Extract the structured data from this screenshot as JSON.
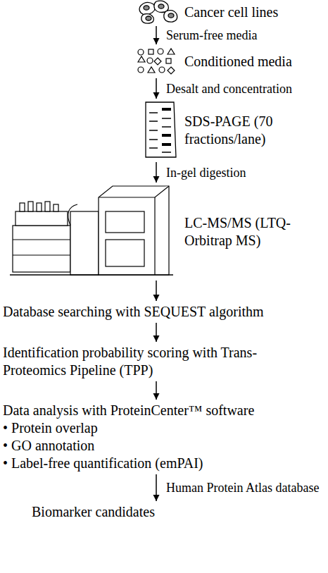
{
  "diagram": {
    "nodes": [
      {
        "text": [
          "Cancer cell lines"
        ]
      },
      {
        "text": [
          "Conditioned media"
        ]
      },
      {
        "text": [
          "SDS-PAGE (70 fractions/lane)"
        ]
      },
      {
        "text": [
          "LC-MS/MS (LTQ-Orbitrap MS)"
        ]
      },
      {
        "text": [
          "Database searching with SEQUEST algorithm"
        ]
      },
      {
        "text": [
          "Identification probability scoring with Trans-Proteomics Pipeline (TPP)"
        ]
      },
      {
        "text": [
          "Data analysis with ProteinCenter™ software",
          "• Protein overlap",
          "• GO annotation",
          "• Label-free quantification (emPAI)"
        ]
      },
      {
        "text": [
          "Biomarker candidates"
        ]
      }
    ],
    "edges": [
      {
        "from": 0,
        "to": 1,
        "arrow": "to",
        "label": "Serum-free media"
      },
      {
        "from": 1,
        "to": 2,
        "arrow": "to",
        "label": "Desalt and concentration"
      },
      {
        "from": 2,
        "to": 3,
        "arrow": "to",
        "label": "In-gel digestion"
      },
      {
        "from": 3,
        "to": 4,
        "arrow": "to"
      },
      {
        "from": 4,
        "to": 5,
        "arrow": "to"
      },
      {
        "from": 5,
        "to": 6,
        "arrow": "to"
      },
      {
        "from": 6,
        "to": 7,
        "arrow": "to",
        "label": "Human Protein Atlas database"
      }
    ]
  }
}
